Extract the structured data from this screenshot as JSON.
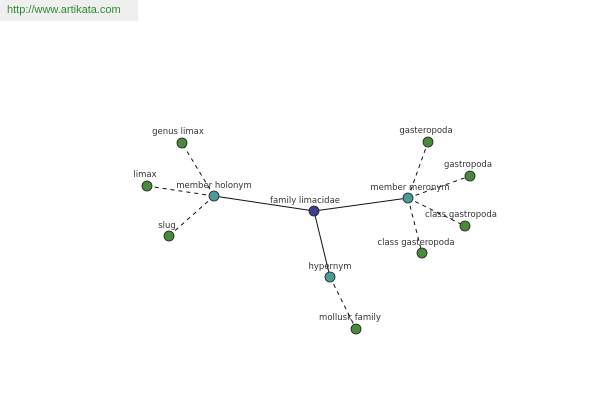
{
  "source_link": "http://www.artikata.com",
  "colors": {
    "center": "#3d3f8f",
    "relation": "#4c9a95",
    "leaf": "#4a8a3a",
    "stroke": "#222222",
    "edge": "#111111"
  },
  "nodes": [
    {
      "id": "n-family-limacidae",
      "label": "family limacidae",
      "kind": "center"
    },
    {
      "id": "n-member-holonym",
      "label": "member holonym",
      "kind": "relation"
    },
    {
      "id": "n-member-meronym",
      "label": "member meronym",
      "kind": "relation"
    },
    {
      "id": "n-hypernym",
      "label": "hypernym",
      "kind": "relation"
    },
    {
      "id": "n-genus-limax",
      "label": "genus limax",
      "kind": "leaf"
    },
    {
      "id": "n-limax",
      "label": "limax",
      "kind": "leaf"
    },
    {
      "id": "n-slug",
      "label": "slug",
      "kind": "leaf"
    },
    {
      "id": "n-gasteropoda",
      "label": "gasteropoda",
      "kind": "leaf"
    },
    {
      "id": "n-gastropoda",
      "label": "gastropoda",
      "kind": "leaf"
    },
    {
      "id": "n-class-gastropoda",
      "label": "class gastropoda",
      "kind": "leaf"
    },
    {
      "id": "n-class-gasteropoda",
      "label": "class gasteropoda",
      "kind": "leaf"
    },
    {
      "id": "n-mollusk-family",
      "label": "mollusk family",
      "kind": "leaf"
    }
  ],
  "edges": [
    {
      "from": "n-family-limacidae",
      "to": "n-member-holonym",
      "style": "solid"
    },
    {
      "from": "n-family-limacidae",
      "to": "n-member-meronym",
      "style": "solid"
    },
    {
      "from": "n-family-limacidae",
      "to": "n-hypernym",
      "style": "solid"
    },
    {
      "from": "n-member-holonym",
      "to": "n-genus-limax",
      "style": "dashed"
    },
    {
      "from": "n-member-holonym",
      "to": "n-limax",
      "style": "dashed"
    },
    {
      "from": "n-member-holonym",
      "to": "n-slug",
      "style": "dashed"
    },
    {
      "from": "n-member-meronym",
      "to": "n-gasteropoda",
      "style": "dashed"
    },
    {
      "from": "n-member-meronym",
      "to": "n-gastropoda",
      "style": "dashed"
    },
    {
      "from": "n-member-meronym",
      "to": "n-class-gastropoda",
      "style": "dashed"
    },
    {
      "from": "n-member-meronym",
      "to": "n-class-gasteropoda",
      "style": "dashed"
    },
    {
      "from": "n-hypernym",
      "to": "n-mollusk-family",
      "style": "dashed"
    }
  ]
}
